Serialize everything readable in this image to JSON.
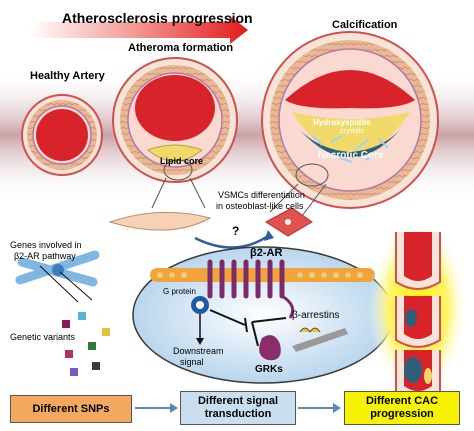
{
  "header": {
    "progression_label": "Atherosclerosis progression"
  },
  "stages": {
    "healthy": "Healthy Artery",
    "atheroma": "Atheroma  formation",
    "calcification": "Calcification"
  },
  "plaque_labels": {
    "lipid_core": "Lipid core",
    "hydroxyapatite": "Hydroxyapatite",
    "crystals": "crystals",
    "necrotic_core": "Necrotic Core"
  },
  "vsmc": {
    "line1": "VSMCs differentiation",
    "line2": "in osteoblast-like cells",
    "question": "?"
  },
  "genetics": {
    "genes_line1": "Genes involved in",
    "genes_line2": "β2-AR pathway",
    "variants": "Genetic variants"
  },
  "cell": {
    "receptor": "β2-AR",
    "g_protein": "G protein",
    "downstream_line1": "Downstream",
    "downstream_line2": "signal",
    "arrestins": "β-arrestins",
    "grks": "GRKs"
  },
  "flow": {
    "box1": "Different SNPs",
    "box2_line1": "Different signal",
    "box2_line2": "transduction",
    "box3_line1": "Different CAC",
    "box3_line2": "progression"
  },
  "colors": {
    "artery_red": "#d9232a",
    "wall_tan": "#e8b48c",
    "lipid_yellow": "#f1d96a",
    "necrotic_blue": "#2e5f78",
    "membrane_orange": "#f0a53a",
    "receptor_purple": "#7b2b6b",
    "cell_blue": "#cfe3f2",
    "box_orange": "#f3a95f",
    "box_blue": "#c9dff0",
    "box_yellow": "#f6f200"
  }
}
